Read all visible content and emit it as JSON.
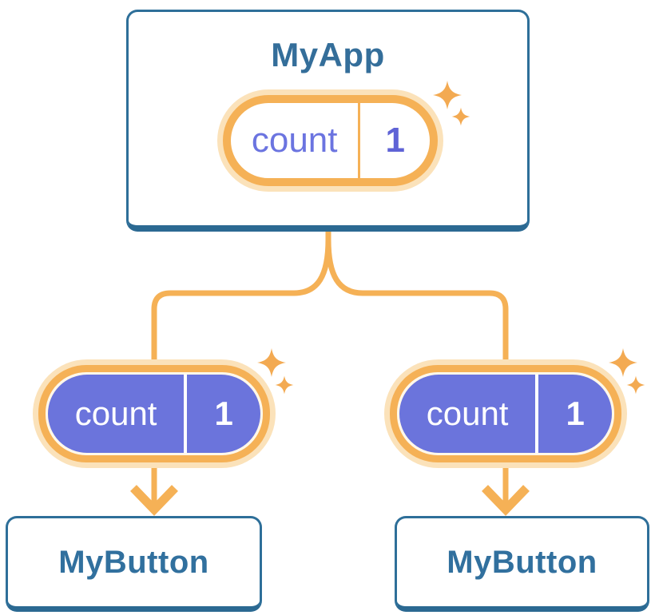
{
  "diagram_title": "react-component-state-tree",
  "colors": {
    "background": "#FFFFFF",
    "card_border_blue": "#2E6F99",
    "card_border_blue_dark": "#2B6992",
    "heading_blue": "#346E9A",
    "orange_line": "#F5B156",
    "orange_halo": "#FBE2BA",
    "sparkle_orange": "#F3AA52",
    "pill_purple": "#6B74DC",
    "pill_purple_text": "#6B74E0",
    "pill_white_text": "#FFFFFF"
  },
  "nodes": {
    "app": {
      "label": "MyApp",
      "state_pill": {
        "key": "count",
        "value": "1"
      }
    },
    "left_child_pill": {
      "key": "count",
      "value": "1"
    },
    "right_child_pill": {
      "key": "count",
      "value": "1"
    },
    "left_button": {
      "label": "MyButton"
    },
    "right_button": {
      "label": "MyButton"
    }
  },
  "icons": {
    "sparkle": "sparkle-icon",
    "arrow": "arrow-down-icon"
  }
}
